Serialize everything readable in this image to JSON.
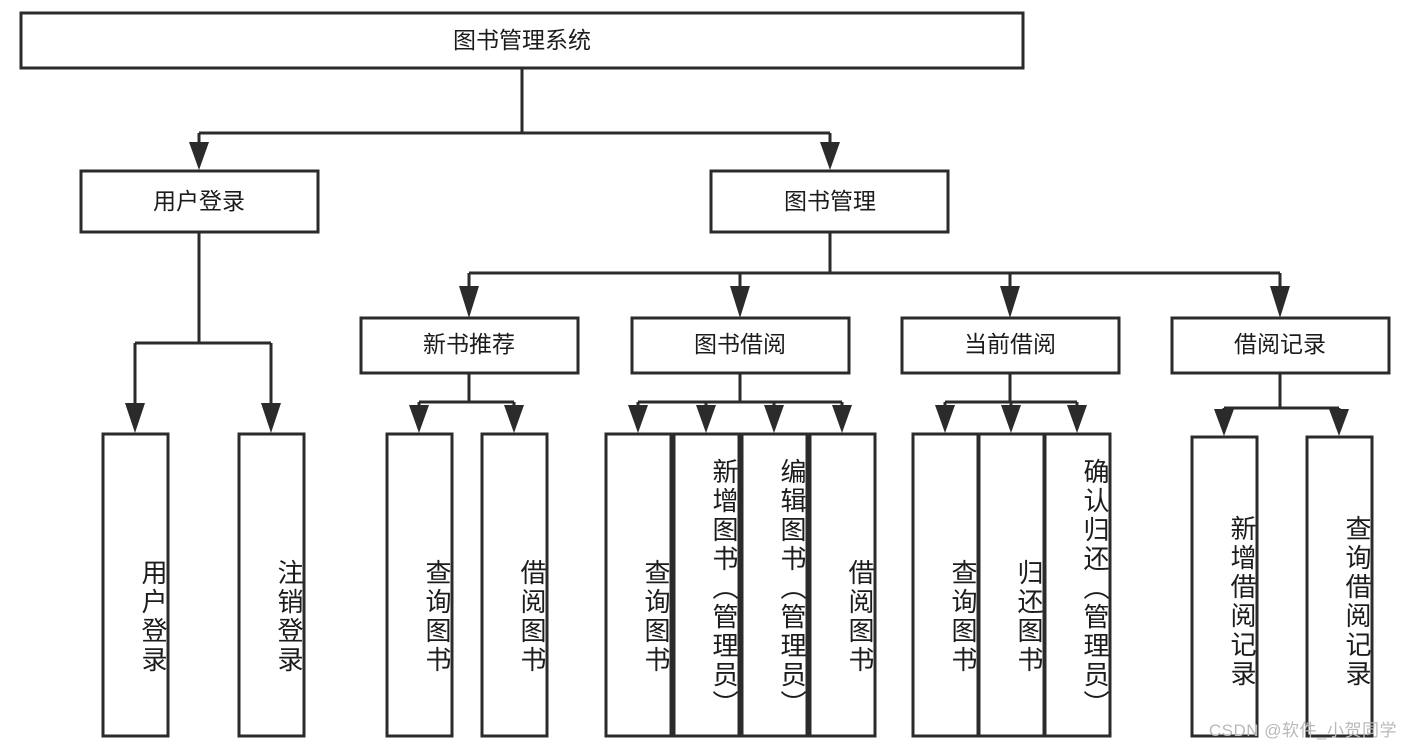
{
  "diagram": {
    "type": "tree",
    "title": "图书管理系统",
    "watermark": "CSDN @软件_小贺同学",
    "colors": {
      "stroke": "#2b2b2b",
      "fill": "#ffffff",
      "text": "#1c1c1c",
      "watermark": "#b9b9b9",
      "background": "#ffffff"
    },
    "nodes": {
      "root": {
        "label": "图书管理系统"
      },
      "level2": [
        {
          "label": "用户登录"
        },
        {
          "label": "图书管理"
        }
      ],
      "level3": [
        {
          "label": "新书推荐"
        },
        {
          "label": "图书借阅"
        },
        {
          "label": "当前借阅"
        },
        {
          "label": "借阅记录"
        }
      ],
      "leaves": {
        "user_login": [
          {
            "label": "用户登录"
          },
          {
            "label": "注销登录"
          }
        ],
        "new_book_recommend": [
          {
            "label": "查询图书"
          },
          {
            "label": "借阅图书"
          }
        ],
        "book_borrow": [
          {
            "label": "查询图书"
          },
          {
            "label": "新增图书（管理员）"
          },
          {
            "label": "编辑图书（管理员）"
          },
          {
            "label": "借阅图书"
          }
        ],
        "current_borrow": [
          {
            "label": "查询图书"
          },
          {
            "label": "归还图书"
          },
          {
            "label": "确认归还（管理员）"
          }
        ],
        "borrow_record": [
          {
            "label": "新增借阅记录"
          },
          {
            "label": "查询借阅记录"
          }
        ]
      }
    }
  }
}
